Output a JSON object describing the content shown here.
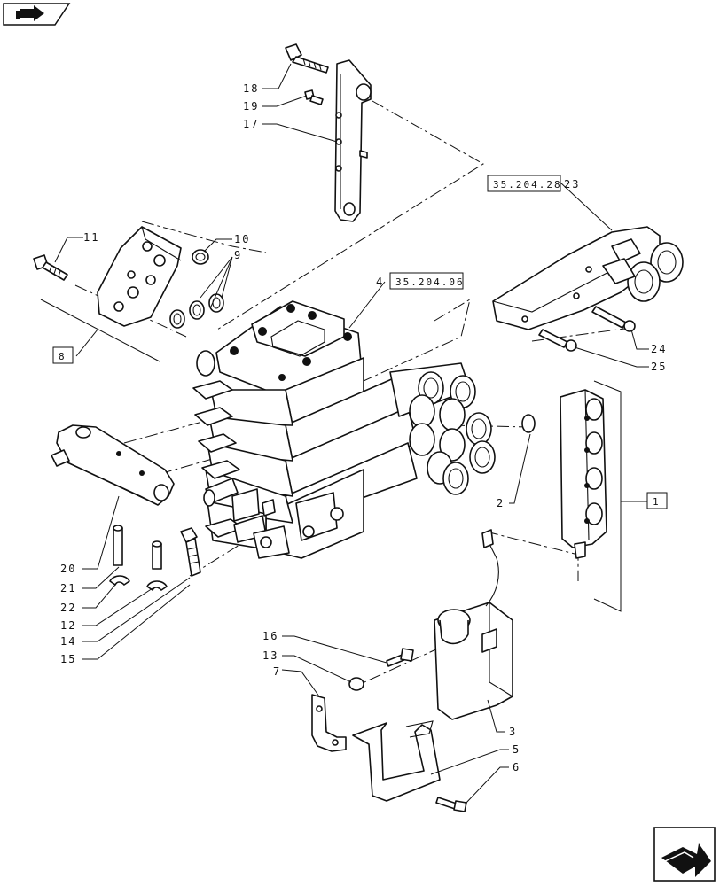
{
  "nav": {
    "top_icon": "book-arrow-icon",
    "bottom_icon": "next-page-arrow-icon"
  },
  "refs": {
    "r1": "35.204.28",
    "r2": "35.204.06",
    "r3": "8",
    "r4": "1"
  },
  "callouts": {
    "c1": "1",
    "c2": "2",
    "c3": "3",
    "c4": "4",
    "c5": "5",
    "c6": "6",
    "c7": "7",
    "c9": "9",
    "c10": "10",
    "c11": "11",
    "c12": "12",
    "c13": "13",
    "c14": "14",
    "c15": "15",
    "c16": "16",
    "c17": "17",
    "c18": "18",
    "c19": "19",
    "c20": "20",
    "c21": "21",
    "c22": "22",
    "c23": "23",
    "c24": "24",
    "c25": "25"
  }
}
